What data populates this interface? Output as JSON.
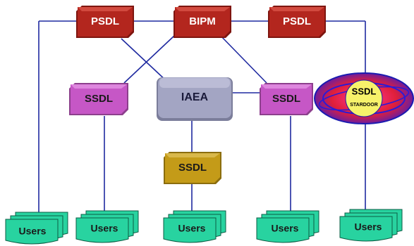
{
  "nodes": {
    "psdl_left": "PSDL",
    "bipm": "BIPM",
    "psdl_right": "PSDL",
    "ssdl_left": "SSDL",
    "iaea": "IAEA",
    "ssdl_center_right": "SSDL",
    "ssdl_stardoor": "SSDL",
    "stardoor": "STARDOOR",
    "ssdl_bottom": "SSDL"
  },
  "users": [
    "Users",
    "Users",
    "Users",
    "Users",
    "Users"
  ],
  "colors": {
    "psdl": "#b3261e",
    "bipm": "#b3261e",
    "ssdl": "#c657c6",
    "iaea": "#a3a5c3",
    "ssdl_bottom": "#c49b18",
    "users": "#28d3a0",
    "links": "#1f2aa0"
  }
}
